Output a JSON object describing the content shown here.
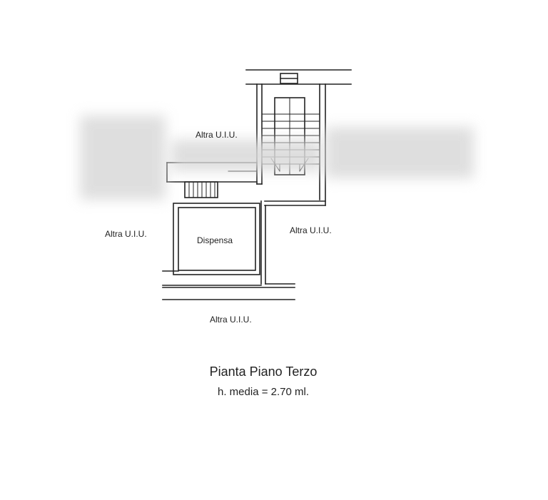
{
  "floorplan": {
    "labels": {
      "altra_top": "Altra U.I.U.",
      "altra_left": "Altra U.I.U.",
      "altra_right": "Altra U.I.U.",
      "altra_bottom": "Altra U.I.U.",
      "dispensa": "Dispensa"
    }
  },
  "caption": {
    "title": "Pianta Piano Terzo",
    "subtitle": "h. media = 2.70 ml."
  }
}
